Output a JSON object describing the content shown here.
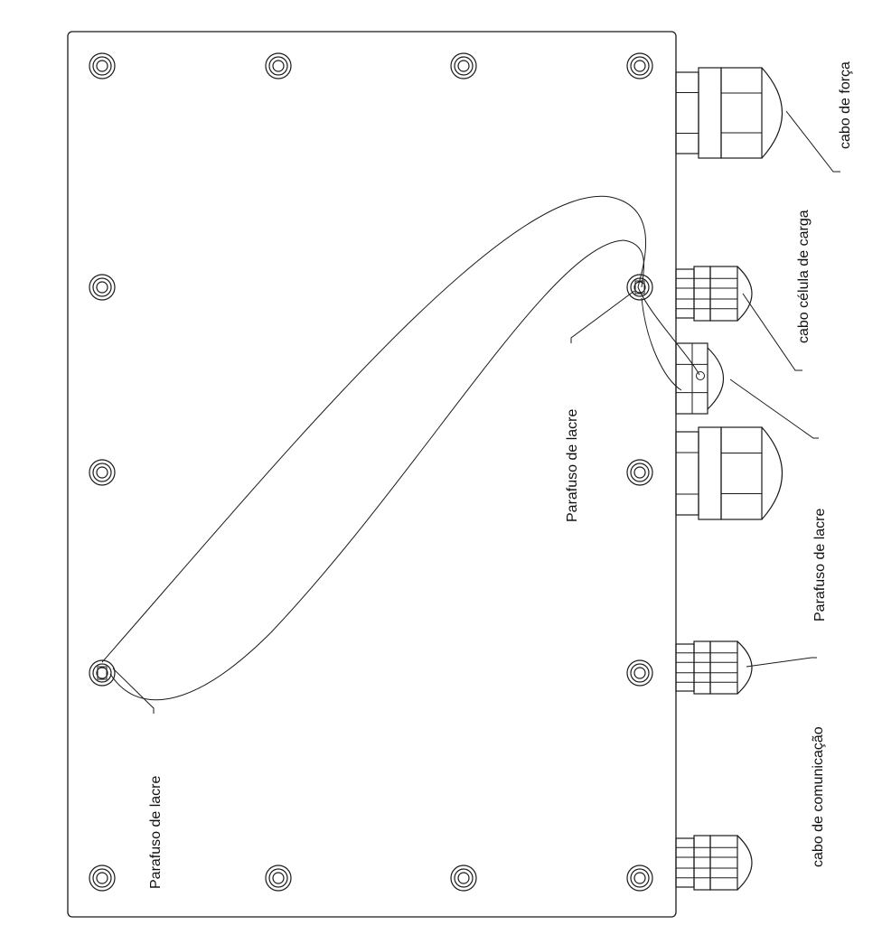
{
  "labels": {
    "cabo_forca": "cabo de força",
    "cabo_celula": "cabo célula de carga",
    "parafuso_lacre_center": "Parafuso de lacre",
    "parafuso_lacre_gland": "Parafuso de lacre",
    "cabo_comunicacao": "cabo de comunicação",
    "parafuso_lacre_left": "Parafuso de lacre"
  },
  "colors": {
    "line": "#1a1a1a",
    "background": "#ffffff"
  }
}
